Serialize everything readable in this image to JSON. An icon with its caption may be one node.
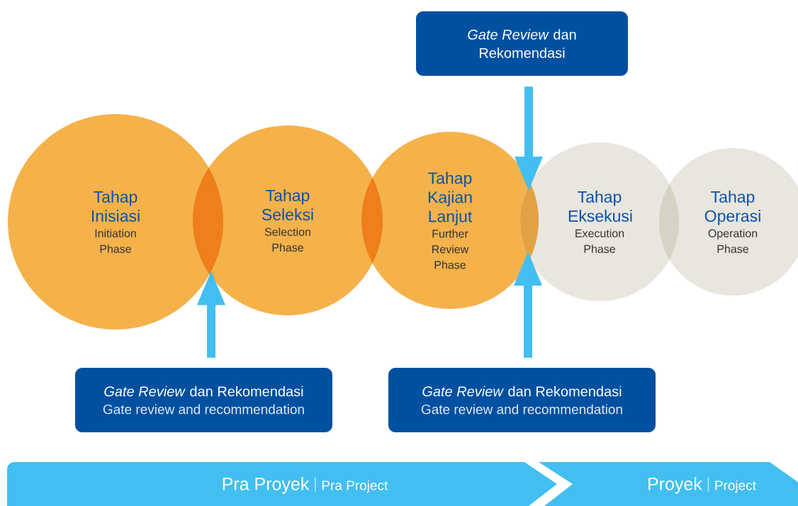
{
  "diagram": {
    "nodes": [
      {
        "text": [
          "Tahap Inisiasi",
          "Initiation Phase"
        ]
      },
      {
        "text": [
          "Tahap Seleksi",
          "Selection Phase"
        ]
      },
      {
        "text": [
          "Tahap Kajian Lanjut",
          "Further Review Phase"
        ]
      },
      {
        "text": [
          "Tahap Eksekusi",
          "Execution Phase"
        ]
      },
      {
        "text": [
          "Tahap Operasi",
          "Operation Phase"
        ]
      },
      {
        "text": [
          "*Gate Review* dan Rekomendasi"
        ]
      },
      {
        "text": [
          "*Gate Review* dan Rekomendasi",
          "Gate review and recommendation"
        ]
      },
      {
        "text": [
          "*Gate Review* dan Rekomendasi",
          "Gate review and recommendation"
        ]
      },
      {
        "text": [
          "Pra Proyek",
          "Pra Project"
        ]
      },
      {
        "text": [
          "Proyek",
          "Project"
        ]
      },
      {
        "text": [],
        "shape": "lens"
      },
      {
        "text": [],
        "shape": "lens"
      },
      {
        "text": [],
        "shape": "lens"
      },
      {
        "text": [],
        "shape": "lens"
      }
    ],
    "edges": [
      {
        "from": 5,
        "to": 12,
        "arrow": "to"
      },
      {
        "from": 6,
        "to": 10,
        "arrow": "to"
      },
      {
        "from": 7,
        "to": 12,
        "arrow": "to"
      }
    ]
  }
}
